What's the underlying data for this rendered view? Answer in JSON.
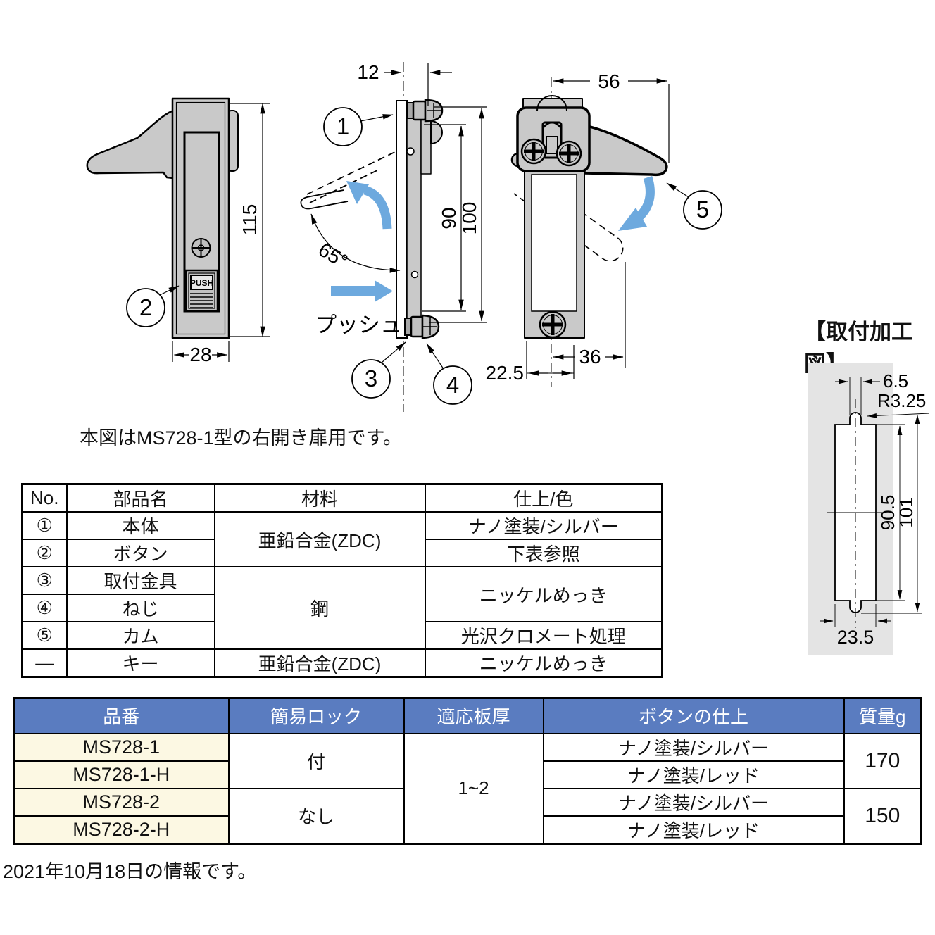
{
  "colors": {
    "accent_blue": "#6da9de",
    "table_header_blue": "#5a7cc0",
    "row_cream": "#fcf8e3",
    "part_gray": "#c9c9c9",
    "panel_gray": "#e4e4e4"
  },
  "views": {
    "front": {
      "height": "115",
      "width": "28",
      "push": "PUSH",
      "callout2": "2"
    },
    "side": {
      "depth": "12",
      "d90": "90",
      "d100": "100",
      "angle": "65°",
      "push": "プッシュ",
      "callout1": "1",
      "callout3": "3",
      "callout4": "4"
    },
    "rear": {
      "d56": "56",
      "d36": "36",
      "d225": "22.5",
      "callout5": "5"
    },
    "mount": {
      "title": "【取付加工図】",
      "d65": "6.5",
      "r": "R3.25",
      "d905": "90.5",
      "d101": "101",
      "d235": "23.5"
    }
  },
  "note": "本図はMS728-1型の右開き扉用です。",
  "parts_table": {
    "headers": [
      "No.",
      "部品名",
      "材料",
      "仕上/色"
    ],
    "rows": [
      {
        "no": "①",
        "name": "本体",
        "material": "亜鉛合金(ZDC)",
        "finish": "ナノ塗装/シルバー"
      },
      {
        "no": "②",
        "name": "ボタン",
        "finish": "下表参照"
      },
      {
        "no": "③",
        "name": "取付金具",
        "material": "鋼",
        "finish": "ニッケルめっき"
      },
      {
        "no": "④",
        "name": "ねじ"
      },
      {
        "no": "⑤",
        "name": "カム",
        "finish": "光沢クロメート処理"
      },
      {
        "no": "—",
        "name": "キー",
        "material": "亜鉛合金(ZDC)",
        "finish": "ニッケルめっき"
      }
    ]
  },
  "product_table": {
    "headers": [
      "品番",
      "簡易ロック",
      "適応板厚",
      "ボタンの仕上",
      "質量g"
    ],
    "rows": [
      {
        "code": "MS728-1",
        "lock": "付",
        "thickness": "1~2",
        "button": "ナノ塗装/シルバー",
        "weight": "170"
      },
      {
        "code": "MS728-1-H",
        "button": "ナノ塗装/レッド"
      },
      {
        "code": "MS728-2",
        "lock": "なし",
        "button": "ナノ塗装/シルバー",
        "weight": "150"
      },
      {
        "code": "MS728-2-H",
        "button": "ナノ塗装/レッド"
      }
    ]
  },
  "footer": "2021年10月18日の情報です。"
}
